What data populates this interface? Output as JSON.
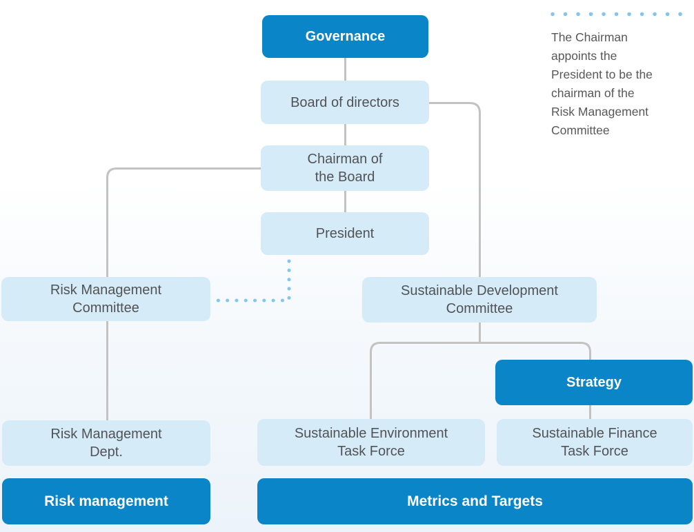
{
  "palette": {
    "primary_blue": "#0985c8",
    "light_blue": "#d5ebf7",
    "line_gray": "#c2c2c2",
    "dot_blue": "#82c6ee",
    "text_dark": "#515356",
    "annotation_gray": "#58585a"
  },
  "nodes": {
    "governance": {
      "label": "Governance",
      "style": "dark"
    },
    "board": {
      "label": "Board of directors",
      "style": "light"
    },
    "chairman": {
      "label": "Chairman of\nthe Board",
      "style": "light"
    },
    "president": {
      "label": "President",
      "style": "light"
    },
    "risk_committee": {
      "label": "Risk Management\nCommittee",
      "style": "light"
    },
    "sustain_committee": {
      "label": "Sustainable Development\nCommittee",
      "style": "light"
    },
    "strategy": {
      "label": "Strategy",
      "style": "dark"
    },
    "risk_dept": {
      "label": "Risk Management\nDept.",
      "style": "light"
    },
    "env_taskforce": {
      "label": "Sustainable Environment\nTask Force",
      "style": "light"
    },
    "fin_taskforce": {
      "label": "Sustainable Finance\nTask Force",
      "style": "light"
    }
  },
  "bars": {
    "risk": {
      "label": "Risk management"
    },
    "metrics": {
      "label": "Metrics and Targets"
    }
  },
  "annotation": {
    "text": "The Chairman\nappoints the\nPresident to be the\nchairman of the\nRisk Management\nCommittee"
  }
}
